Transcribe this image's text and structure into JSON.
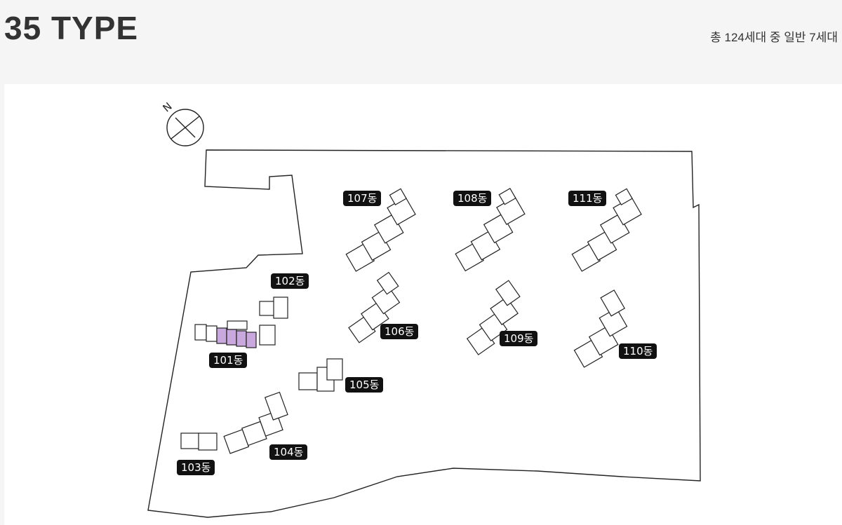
{
  "header": {
    "title": "35 TYPE",
    "summary": "총 124세대 중 일반 7세대"
  },
  "map": {
    "compass_label": "N",
    "highlight_color": "#c9a8de",
    "buildings": [
      {
        "id": "101",
        "label": "101동",
        "highlighted": true
      },
      {
        "id": "102",
        "label": "102동",
        "highlighted": false
      },
      {
        "id": "103",
        "label": "103동",
        "highlighted": false
      },
      {
        "id": "104",
        "label": "104동",
        "highlighted": false
      },
      {
        "id": "105",
        "label": "105동",
        "highlighted": false
      },
      {
        "id": "106",
        "label": "106동",
        "highlighted": false
      },
      {
        "id": "107",
        "label": "107동",
        "highlighted": false
      },
      {
        "id": "108",
        "label": "108동",
        "highlighted": false
      },
      {
        "id": "109",
        "label": "109동",
        "highlighted": false
      },
      {
        "id": "110",
        "label": "110동",
        "highlighted": false
      },
      {
        "id": "111",
        "label": "111동",
        "highlighted": false
      }
    ]
  }
}
